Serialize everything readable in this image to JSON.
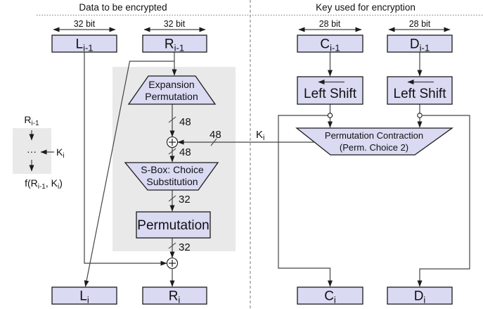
{
  "headers": {
    "left": "Data to be encrypted",
    "right": "Key used for encryption"
  },
  "bit_widths": {
    "l_prev": "32 bit",
    "r_prev": "32 bit",
    "c_prev": "28 bit",
    "d_prev": "28 bit"
  },
  "registers": {
    "l_prev": {
      "base": "L",
      "sub": "i-1"
    },
    "r_prev": {
      "base": "R",
      "sub": "i-1"
    },
    "c_prev": {
      "base": "C",
      "sub": "i-1"
    },
    "d_prev": {
      "base": "D",
      "sub": "i-1"
    },
    "l_next": {
      "base": "L",
      "sub": "i"
    },
    "r_next": {
      "base": "R",
      "sub": "i"
    },
    "c_next": {
      "base": "C",
      "sub": "i"
    },
    "d_next": {
      "base": "D",
      "sub": "i"
    }
  },
  "blocks": {
    "expansion_line1": "Expansion",
    "expansion_line2": "Permutation",
    "sbox_line1": "S-Box: Choice",
    "sbox_line2": "Substitution",
    "permutation": "Permutation",
    "left_shift_c": "Left Shift",
    "left_shift_d": "Left Shift",
    "perm_contraction_line1": "Permutation Contraction",
    "perm_contraction_line2": "(Perm. Choice 2)"
  },
  "bus_widths": {
    "expansion_out": "48",
    "key_in": "48",
    "xor_out": "48",
    "sbox_out": "32",
    "permutation_out": "32"
  },
  "key": {
    "base": "K",
    "sub": "i"
  },
  "legend": {
    "input": {
      "base": "R",
      "sub": "i-1"
    },
    "dots": "···",
    "key": {
      "base": "K",
      "sub": "i"
    },
    "output": {
      "p1": "f(R",
      "s1": "i-1",
      "p2": ", K",
      "s2": "i",
      "p3": ")"
    }
  },
  "colors": {
    "box_fill": "#dadaf3",
    "box_border": "#1b1b1b",
    "panel_fill": "#e9e9e9",
    "line": "#444444"
  }
}
